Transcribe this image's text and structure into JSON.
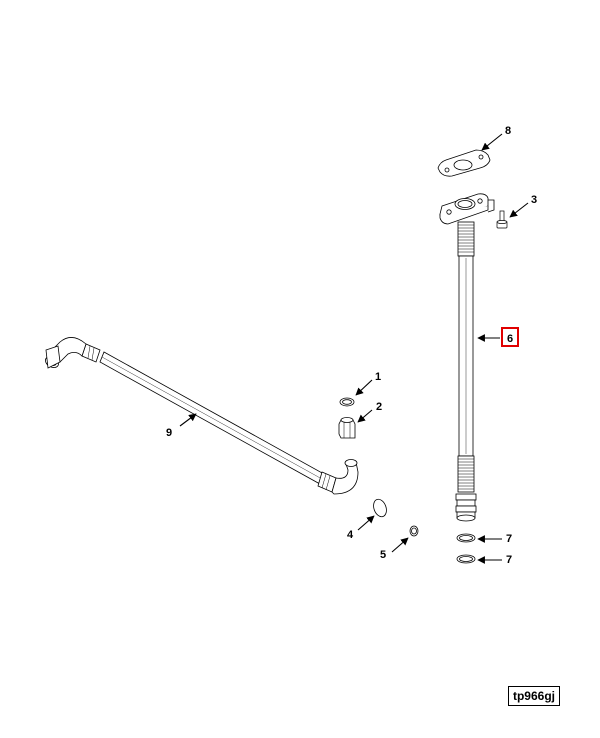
{
  "callouts": {
    "c1": "1",
    "c2": "2",
    "c3": "3",
    "c4": "4",
    "c5": "5",
    "c6": "6",
    "c7a": "7",
    "c7b": "7",
    "c8": "8",
    "c9": "9"
  },
  "highlight_callout": "6",
  "highlight_color": "#e00000",
  "figure_ref": "tp966gj"
}
